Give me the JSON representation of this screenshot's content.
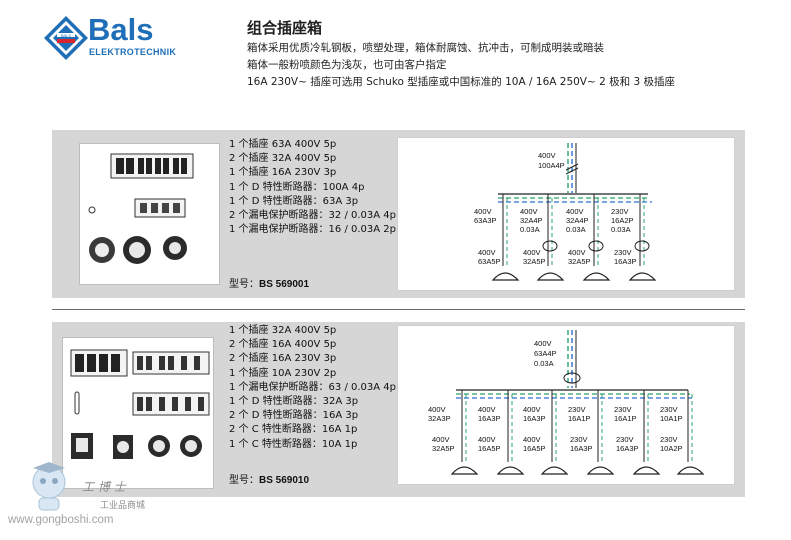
{
  "header": {
    "brand": "Bals",
    "brand_sub": "ELEKTROTECHNIK",
    "title": "组合插座箱",
    "desc": [
      "箱体采用优质冷轧钢板，喷塑处理，箱体耐腐蚀、抗冲击，可制成明装或暗装",
      "箱体一般粉喷颜色为浅灰，也可由客户指定",
      "16A 230V~ 插座可选用 Schuko 型插座或中国标准的 10A / 16A  250V~  2 极和 3 极插座"
    ]
  },
  "product1": {
    "specs": [
      "1 个插座 63A  400V  5p",
      "2 个插座 32A  400V  5p",
      "1 个插座 16A  230V  3p",
      "1 个 D 特性断路器：100A  4p",
      "1 个 D 特性断路器：63A  3p",
      "2 个漏电保护断路器：32 / 0.03A  4p",
      "1 个漏电保护断路器：16 / 0.03A  2p"
    ],
    "model_label": "型号：",
    "model": "BS 569001",
    "diagram": {
      "main": [
        "400V",
        "100A4P"
      ],
      "branches": [
        {
          "top": [
            "400V",
            "63A3P"
          ],
          "bottom": [
            "400V",
            "63A5P"
          ]
        },
        {
          "top": [
            "400V",
            "32A4P",
            "0.03A"
          ],
          "bottom": [
            "400V",
            "32A5P"
          ]
        },
        {
          "top": [
            "400V",
            "32A4P",
            "0.03A"
          ],
          "bottom": [
            "400V",
            "32A5P"
          ]
        },
        {
          "top": [
            "230V",
            "16A2P",
            "0.03A"
          ],
          "bottom": [
            "230V",
            "16A3P"
          ]
        }
      ]
    }
  },
  "product2": {
    "specs": [
      "1 个插座 32A  400V  5p",
      "2 个插座 16A  400V  5p",
      "2 个插座 16A  230V  3p",
      "1 个插座 10A  230V  2p",
      "1 个漏电保护断路器：63 / 0.03A  4p",
      "1 个 D 特性断路器：32A  3p",
      "2 个 D 特性断路器：16A  3p",
      "2 个 C 特性断路器：16A  1p",
      "1 个 C 特性断路器：10A  1p"
    ],
    "model_label": "型号：",
    "model": "BS 569010",
    "diagram": {
      "main": [
        "400V",
        "63A4P",
        "0.03A"
      ],
      "branches": [
        {
          "top": [
            "400V",
            "32A3P"
          ],
          "bottom": [
            "400V",
            "32A5P"
          ]
        },
        {
          "top": [
            "400V",
            "16A3P"
          ],
          "bottom": [
            "400V",
            "16A5P"
          ]
        },
        {
          "top": [
            "400V",
            "16A3P"
          ],
          "bottom": [
            "400V",
            "16A5P"
          ]
        },
        {
          "top": [
            "230V",
            "16A1P"
          ],
          "bottom": [
            "230V",
            "16A3P"
          ]
        },
        {
          "top": [
            "230V",
            "16A1P"
          ],
          "bottom": [
            "230V",
            "16A3P"
          ]
        },
        {
          "top": [
            "230V",
            "10A1P"
          ],
          "bottom": [
            "230V",
            "10A2P"
          ]
        }
      ]
    }
  },
  "watermark": {
    "brand": "工 博 士",
    "sub": "工业品商城",
    "url": "www.gongboshi.com"
  },
  "colors": {
    "brand_blue": "#1f6fb8",
    "brand_red": "#d8262e",
    "wire_green": "#2aa36b",
    "wire_blue": "#2d6fd6",
    "panel_gray": "#d6d6d6"
  }
}
